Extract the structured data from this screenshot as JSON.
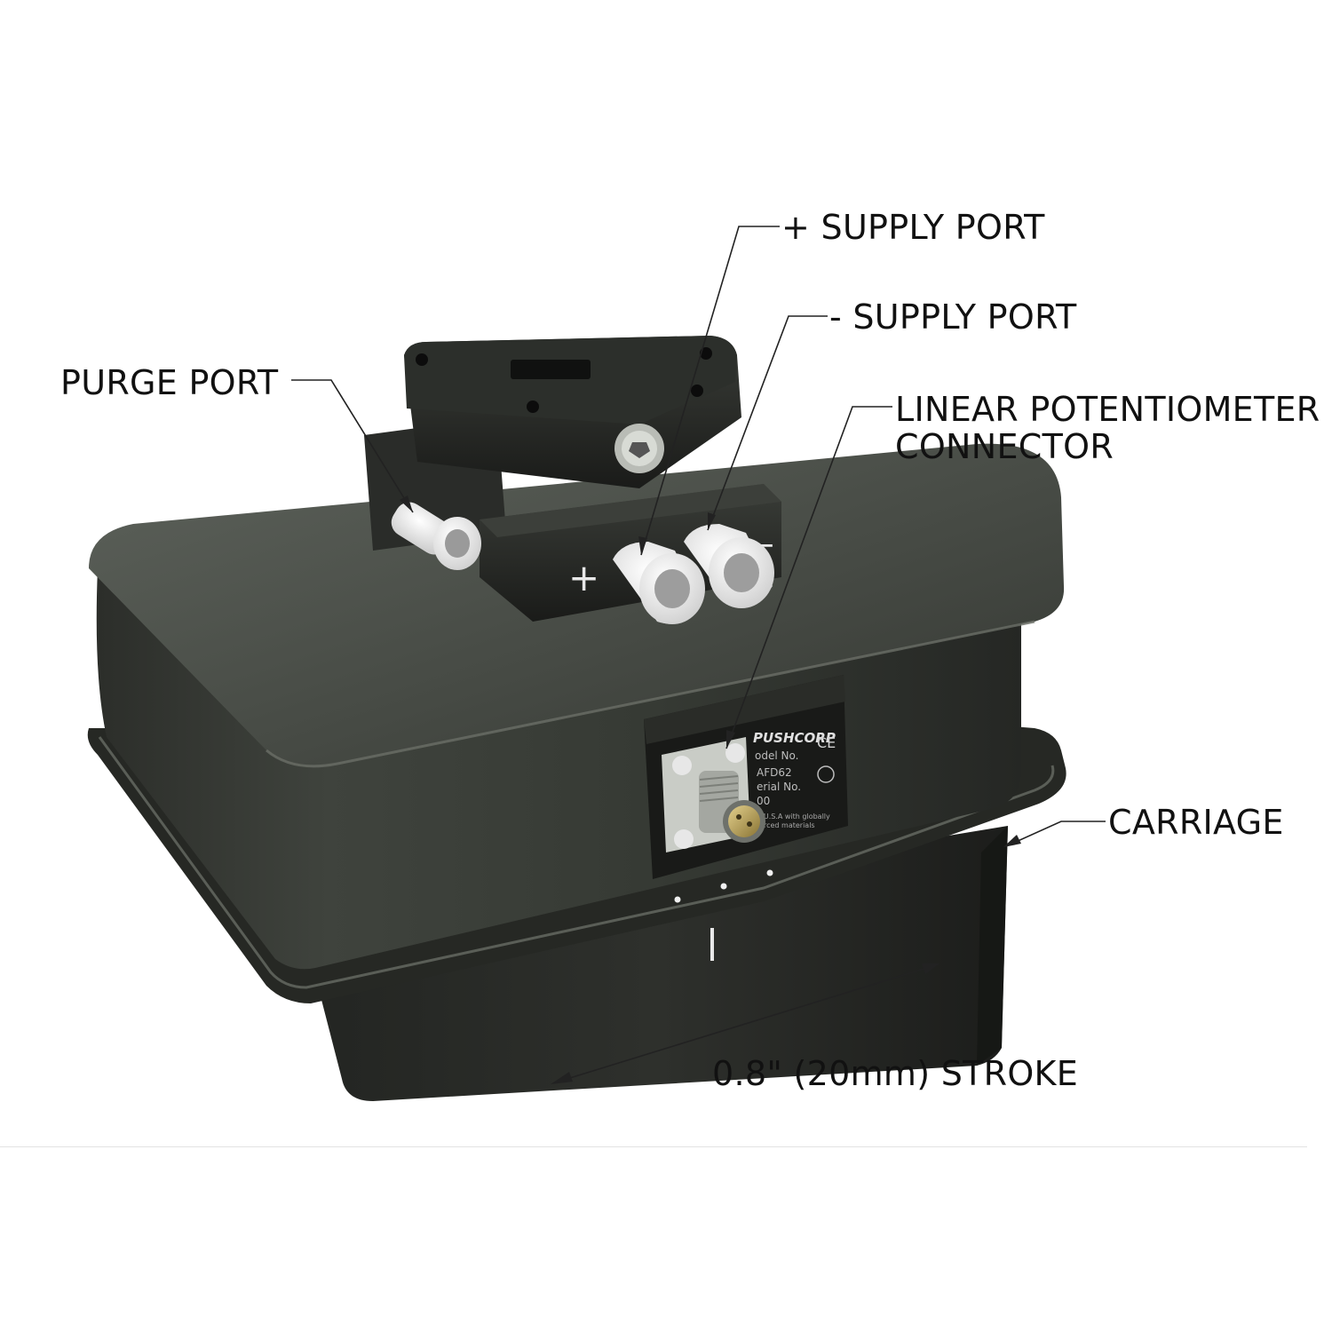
{
  "callouts": {
    "supply_plus": "+ SUPPLY PORT",
    "supply_minus": "- SUPPLY PORT",
    "purge": "PURGE PORT",
    "potentiometer_line1": "LINEAR POTENTIOMETER",
    "potentiometer_line2": "CONNECTOR",
    "carriage": "CARRIAGE",
    "stroke": "0.8\" (20mm) STROKE"
  },
  "device": {
    "brand": "PUSHCORP",
    "plate_model_label": "odel No.",
    "plate_model_value": "AFD62",
    "plate_serial_label": "erial No.",
    "plate_serial_value": "00",
    "plate_fine_print_1": "in U.S.A with globally",
    "plate_fine_print_2": "ourced materials",
    "ce_mark": "CE",
    "port_plus_symbol": "+",
    "port_minus_symbol": "−"
  },
  "colors": {
    "housing": "#3c3f3a",
    "housing_dark": "#1e201d",
    "fittings": "#eeeeee",
    "label_text": "#111111"
  }
}
